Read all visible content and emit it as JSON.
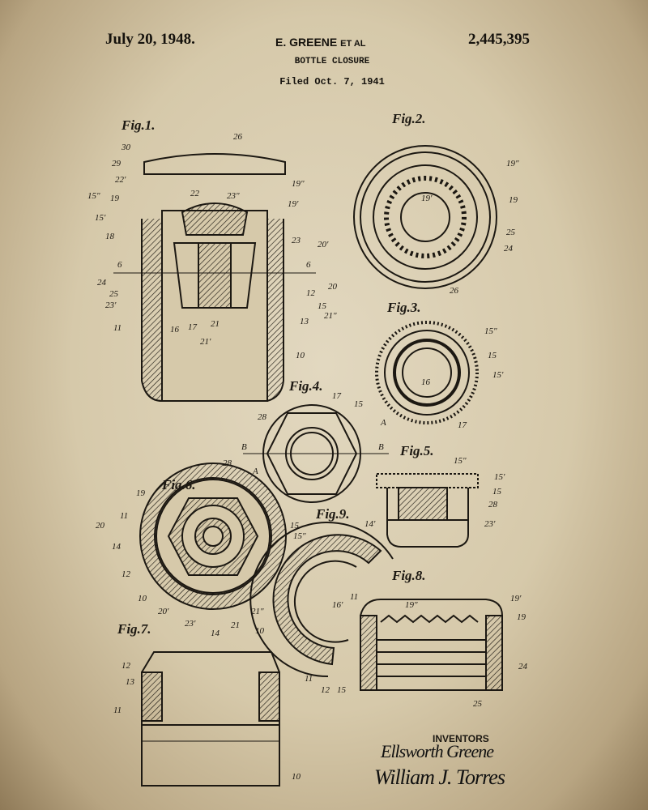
{
  "header": {
    "date": "July 20, 1948.",
    "inventor": "E. GREENE",
    "et_al": "ET AL",
    "patent_number": "2,445,395",
    "title": "BOTTLE CLOSURE",
    "filed": "Filed Oct. 7, 1941"
  },
  "figures": [
    {
      "label": "Fig.1.",
      "numerals": [
        "30",
        "26",
        "29",
        "22'",
        "19\"",
        "15\"",
        "19",
        "22",
        "23\"",
        "19'",
        "15'",
        "18",
        "23",
        "20'",
        "6",
        "6",
        "24",
        "25",
        "23'",
        "12",
        "20",
        "15",
        "11",
        "16",
        "17",
        "21",
        "21\"",
        "21'",
        "13",
        "10"
      ]
    },
    {
      "label": "Fig.2.",
      "numerals": [
        "19\"",
        "19'",
        "19",
        "25",
        "24",
        "26"
      ]
    },
    {
      "label": "Fig.3.",
      "numerals": [
        "15\"",
        "15",
        "15'",
        "16",
        "17"
      ]
    },
    {
      "label": "Fig.4.",
      "numerals": [
        "17",
        "15",
        "28",
        "A",
        "B",
        "B",
        "A"
      ]
    },
    {
      "label": "Fig.5.",
      "numerals": [
        "15\"",
        "15'",
        "15",
        "28",
        "23'"
      ]
    },
    {
      "label": "Fig.6.",
      "numerals": [
        "28",
        "19",
        "11",
        "20",
        "14",
        "12",
        "10",
        "20'",
        "23'",
        "21",
        "21\"",
        "15"
      ]
    },
    {
      "label": "Fig.7.",
      "numerals": [
        "14",
        "12",
        "13",
        "11",
        "10"
      ]
    },
    {
      "label": "Fig.8.",
      "numerals": [
        "19\"",
        "19'",
        "19",
        "24",
        "25"
      ]
    },
    {
      "label": "Fig.9.",
      "numerals": [
        "14'",
        "15\"",
        "16'",
        "11",
        "10",
        "11",
        "12",
        "15"
      ]
    }
  ],
  "inventors": {
    "label": "INVENTORS",
    "signature_1": "Ellsworth Greene",
    "signature_2": "William J. Torres"
  },
  "colors": {
    "ink": "#1c1812",
    "paper": "#d6c9aa"
  }
}
